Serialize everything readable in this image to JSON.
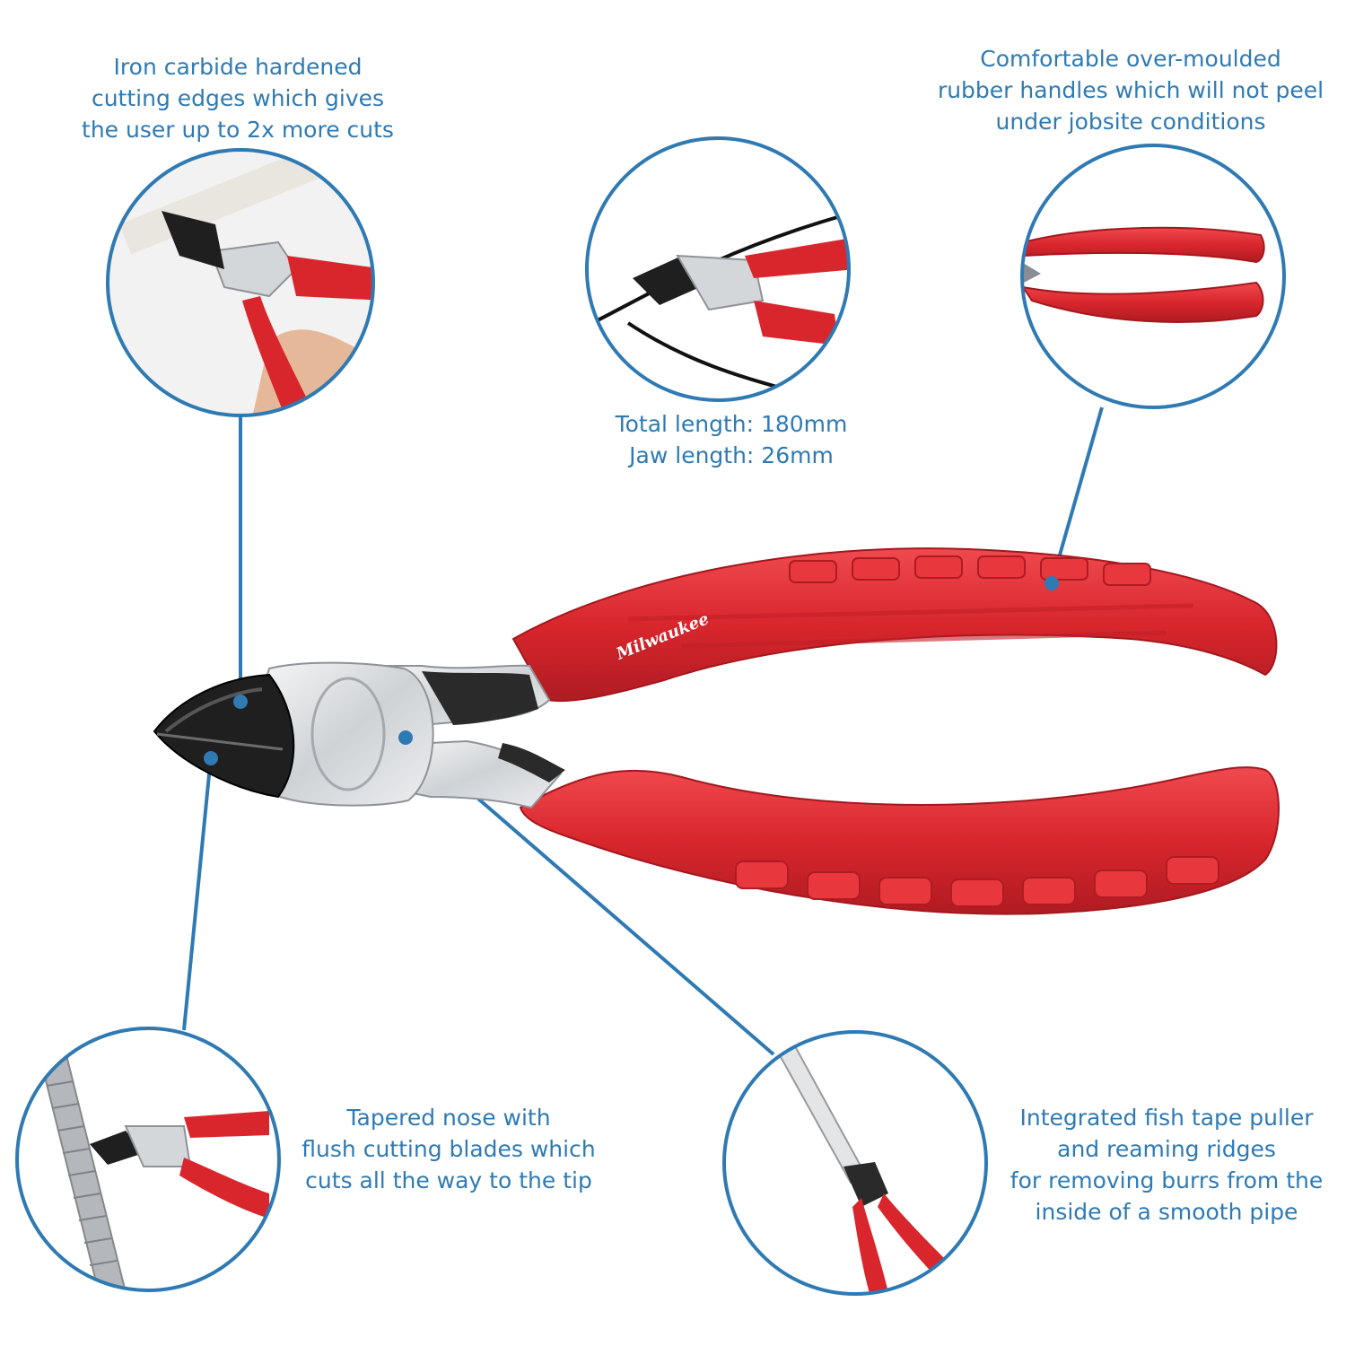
{
  "callouts": {
    "carbide": [
      "Iron carbide hardened",
      "cutting edges which gives",
      "the user up to 2x more cuts"
    ],
    "handles": [
      "Comfortable over-moulded",
      "rubber handles which will not peel",
      "under jobsite conditions"
    ],
    "length": [
      "Total length: 180mm",
      "Jaw length: 26mm"
    ],
    "nose": [
      "Tapered nose with",
      "flush cutting blades which",
      "cuts all the way to the tip"
    ],
    "fish": [
      "Integrated fish tape puller",
      "and reaming ridges",
      "for removing burrs from the",
      "inside of a smooth pipe"
    ]
  },
  "brand_mark": "Milwaukee",
  "colors": {
    "accent_blue": "#2f7ab3",
    "handle_red": "#d9262d",
    "handle_dark": "#b01b22",
    "steel": "#d8dadc",
    "jaw_black": "#1f1f1f"
  }
}
